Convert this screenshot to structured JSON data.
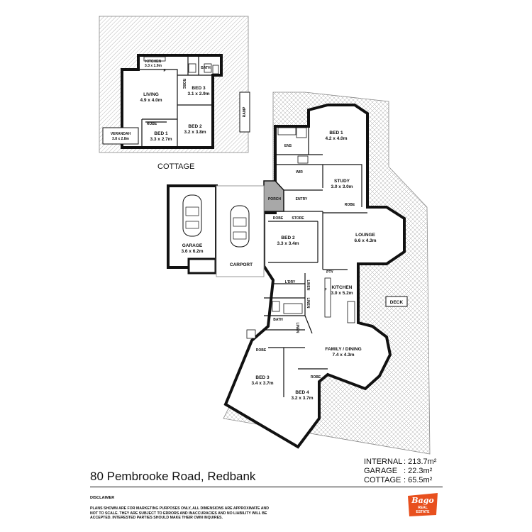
{
  "cottage": {
    "title": "COTTAGE",
    "rooms": {
      "kitchen": {
        "name": "KITCHEN",
        "dim": "3.3 x 1.9m"
      },
      "bath": {
        "name": "BATH"
      },
      "bed3": {
        "name": "BED 3",
        "dim": "3.1 x 2.9m"
      },
      "living": {
        "name": "LIVING",
        "dim": "4.9 x 4.0m"
      },
      "bed2": {
        "name": "BED 2",
        "dim": "3.2 x 3.8m"
      },
      "bed1": {
        "name": "BED 1",
        "dim": "3.3 x 2.7m"
      },
      "robe1": "ROBE",
      "robe2": "ROBE",
      "fridge": "F",
      "verandah": {
        "name": "VERANDAH",
        "dim": "3.8 x 2.8m"
      },
      "ramp": "RAMP"
    }
  },
  "house": {
    "bed1": {
      "name": "BED 1",
      "dim": "4.2 x 4.0m"
    },
    "ens": "ENS",
    "wir": "WIR",
    "study": {
      "name": "STUDY",
      "dim": "3.0 x 3.0m"
    },
    "robe_study": "ROBE",
    "porch": "PORCH",
    "entry": "ENTRY",
    "robe_bed2": "ROBE",
    "store": "STORE",
    "bed2": {
      "name": "BED 2",
      "dim": "3.3 x 3.4m"
    },
    "lounge": {
      "name": "LOUNGE",
      "dim": "6.6 x 4.3m"
    },
    "garage": {
      "name": "GARAGE",
      "dim": "3.6 x 6.2m"
    },
    "carport": "CARPORT",
    "pty": "PTY",
    "kitchen": {
      "name": "KITCHEN",
      "dim": "3.0 x 5.2m"
    },
    "fridge": "F",
    "ldry": "L'DRY",
    "linen1": "LINEN",
    "linen2": "LINEN",
    "bath": "BATH",
    "linen3": "LINEN",
    "deck": "DECK",
    "family": {
      "name": "FAMILY / DINING",
      "dim": "7.4 x 4.3m"
    },
    "robe_bed3": "ROBE",
    "bed3": {
      "name": "BED 3",
      "dim": "3.4 x 3.7m"
    },
    "robe_bed4": "ROBE",
    "bed4": {
      "name": "BED 4",
      "dim": "3.2 x 3.7m"
    }
  },
  "address": "80 Pembrooke Road, Redbank",
  "areas": [
    {
      "label": "INTERNAL",
      "value": ": 213.7m²"
    },
    {
      "label": "GARAGE",
      "value": ": 22.3m²"
    },
    {
      "label": "COTTAGE",
      "value": ": 65.5m²"
    }
  ],
  "disclaimer": {
    "title": "DISCLAIMER",
    "text": "Plans shown are for marketing purposes only, all dimensions are approximate and not to scale. They are subject to errors and inaccuracies and no liability will be accepted. Interested parties should make their own inquires."
  },
  "logo": {
    "line1": "Bago",
    "line2": "REAL",
    "line3": "ESTATE",
    "color": "#e8501e"
  }
}
